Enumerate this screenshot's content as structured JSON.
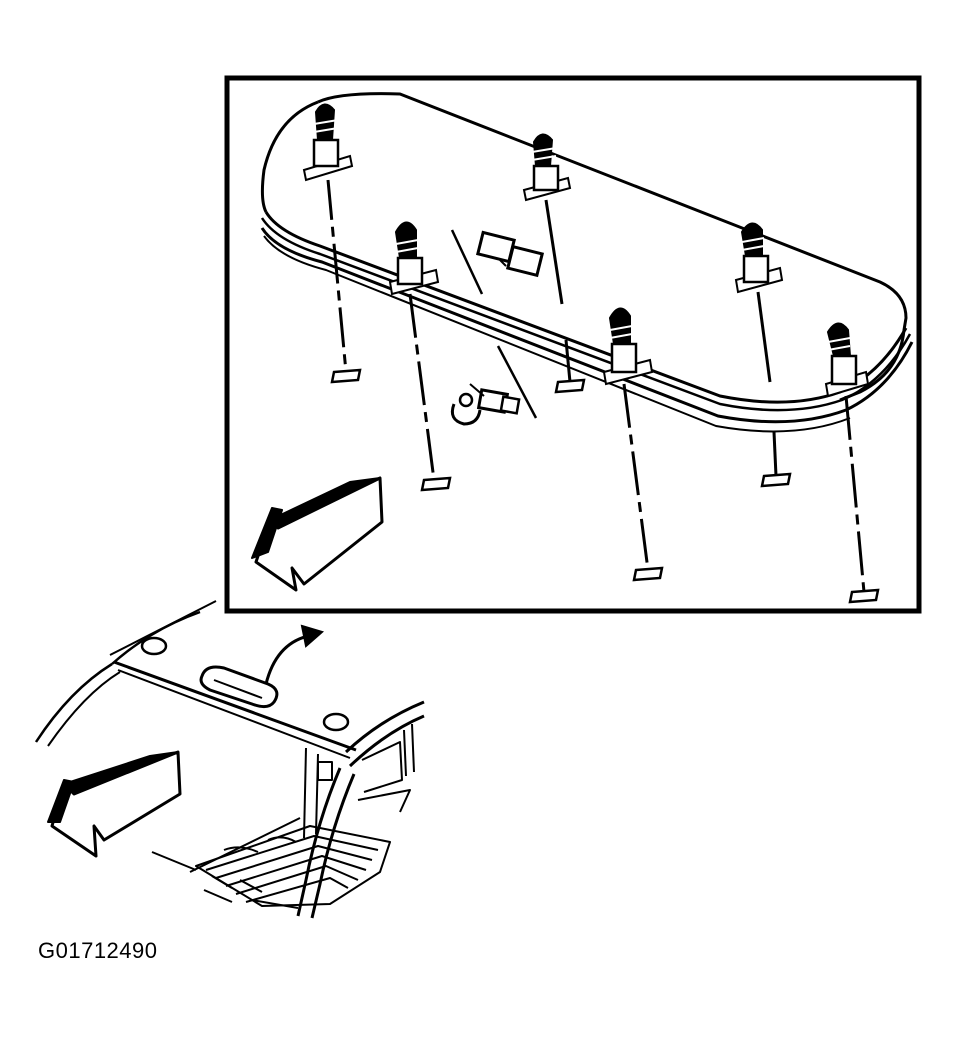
{
  "figure": {
    "id_label": "G01712490"
  },
  "colors": {
    "ink": "#000000",
    "paper": "#ffffff"
  },
  "parts": {
    "fastener_count": 6,
    "mounting_slot_count": 6
  },
  "icons": {
    "direction_arrow": "front-direction-arrow-icon",
    "removal_arrow": "curved-arrow-icon"
  }
}
